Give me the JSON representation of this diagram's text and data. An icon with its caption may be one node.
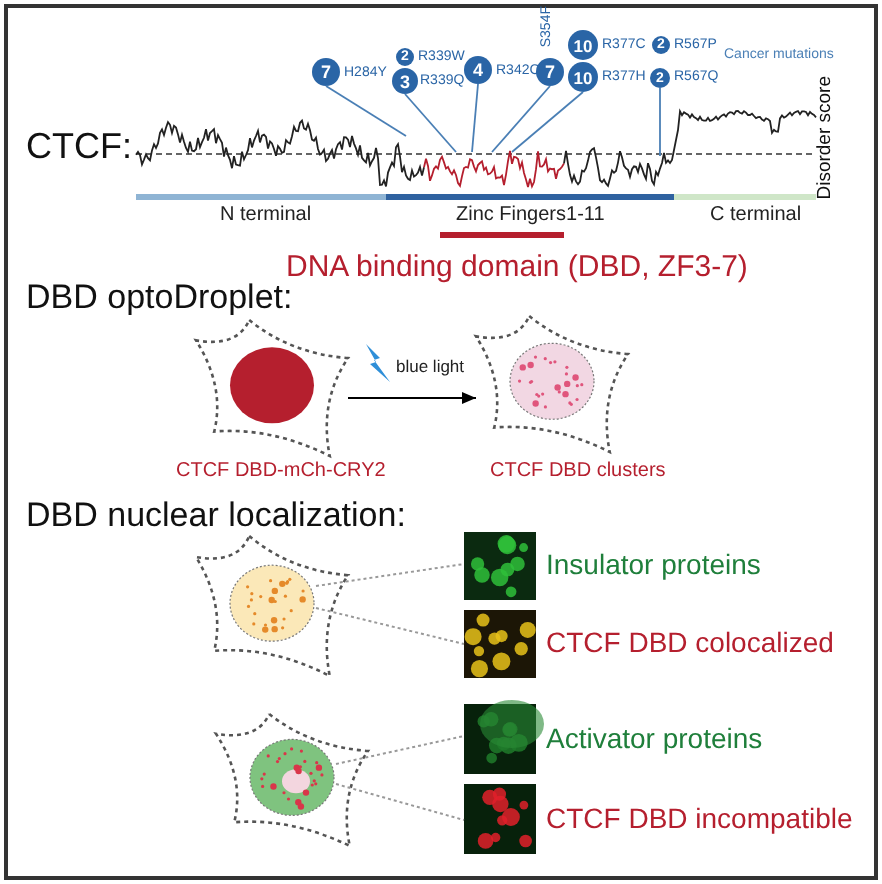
{
  "diagram": {
    "nodes": [
      {
        "text": [
          "7"
        ],
        "beside": [
          "H284Y"
        ]
      },
      {
        "text": [
          "2"
        ],
        "beside": [
          "R339W"
        ]
      },
      {
        "text": [
          "3"
        ],
        "beside": [
          "R339Q"
        ]
      },
      {
        "text": [
          "4"
        ],
        "beside": [
          "R342C"
        ]
      },
      {
        "text": [
          "7"
        ],
        "beside": [
          "S354F"
        ]
      },
      {
        "text": [
          "10"
        ],
        "beside": [
          "R377C"
        ]
      },
      {
        "text": [
          "10"
        ],
        "beside": [
          "R377H"
        ]
      },
      {
        "text": [
          "2"
        ],
        "beside": [
          "R567P"
        ]
      },
      {
        "text": [
          "2"
        ],
        "beside": [
          "R567Q"
        ]
      },
      {
        "text": [],
        "shape": "picture",
        "beside": [
          "CTCF DBD-mCh-CRY2"
        ]
      },
      {
        "text": [],
        "shape": "picture",
        "beside": [
          "CTCF DBD clusters"
        ]
      },
      {
        "text": [],
        "shape": "picture"
      },
      {
        "text": [],
        "shape": "picture",
        "beside": [
          "Insulator proteins"
        ]
      },
      {
        "text": [],
        "shape": "picture",
        "beside": [
          "CTCF DBD colocalized"
        ]
      },
      {
        "text": [],
        "shape": "picture"
      },
      {
        "text": [],
        "shape": "picture",
        "beside": [
          "Activator proteins"
        ]
      },
      {
        "text": [],
        "shape": "picture",
        "beside": [
          "CTCF DBD incompatible"
        ]
      }
    ],
    "edges": [
      {
        "from": 0,
        "to": null,
        "arrow": "none"
      },
      {
        "from": 2,
        "to": null,
        "arrow": "none"
      },
      {
        "from": 3,
        "to": null,
        "arrow": "none"
      },
      {
        "from": 4,
        "to": null,
        "arrow": "none"
      },
      {
        "from": 6,
        "to": null,
        "arrow": "none"
      },
      {
        "from": 8,
        "to": null,
        "arrow": "none"
      },
      {
        "from": 9,
        "to": 10,
        "arrow": "to",
        "label": "blue light",
        "color": "#000000"
      },
      {
        "from": 11,
        "to": 12,
        "arrow": "none",
        "style": "dashed",
        "color": "#999999"
      },
      {
        "from": 11,
        "to": 13,
        "arrow": "none",
        "style": "dashed",
        "color": "#999999"
      },
      {
        "from": 14,
        "to": 15,
        "arrow": "none",
        "style": "dashed",
        "color": "#999999"
      },
      {
        "from": 14,
        "to": 16,
        "arrow": "none",
        "style": "dashed",
        "color": "#999999"
      }
    ],
    "labels": [
      "Cancer mutations",
      "CTCF:",
      "Disorder score",
      "N terminal",
      "Zinc Fingers1-11",
      "C terminal",
      "DNA binding domain (DBD, ZF3-7)",
      "DBD optoDroplet:",
      "DBD nuclear localization:"
    ]
  }
}
